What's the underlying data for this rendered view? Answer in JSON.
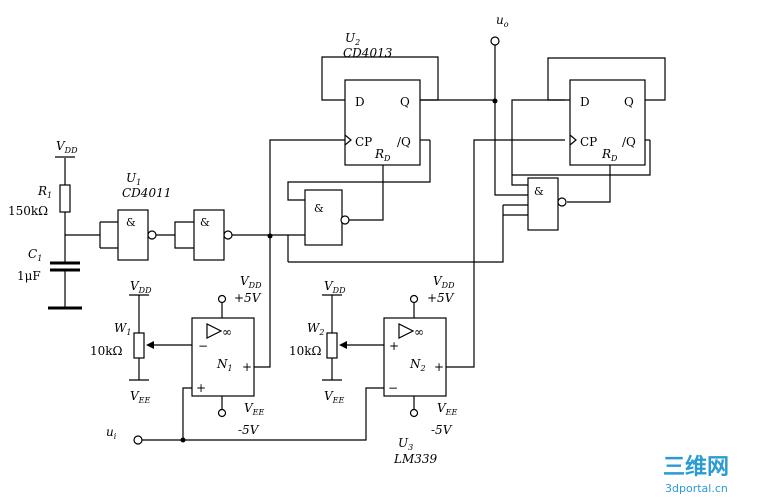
{
  "components": {
    "u2": {
      "ref": "U",
      "ref_sub": "2",
      "part": "CD4013"
    },
    "u1": {
      "ref": "U",
      "ref_sub": "1",
      "part": "CD4011"
    },
    "u3": {
      "ref": "U",
      "ref_sub": "3",
      "part": "LM339"
    },
    "r1": {
      "ref": "R",
      "ref_sub": "1",
      "value": "150kΩ"
    },
    "c1": {
      "ref": "C",
      "ref_sub": "1",
      "value": "1μF"
    },
    "w1": {
      "ref": "W",
      "ref_sub": "1",
      "value": "10kΩ"
    },
    "w2": {
      "ref": "W",
      "ref_sub": "2",
      "value": "10kΩ"
    },
    "n1": {
      "ref": "N",
      "ref_sub": "1"
    },
    "n2": {
      "ref": "N",
      "ref_sub": "2"
    }
  },
  "flipflop": {
    "d": "D",
    "q": "Q",
    "cp": "CP",
    "qbar": "/Q",
    "rd": "R",
    "rd_sub": "D"
  },
  "gate_symbol": "&",
  "supply": {
    "vdd": "V",
    "vdd_sub": "DD",
    "vee": "V",
    "vee_sub": "EE",
    "plus5": "+5V",
    "minus5": "-5V"
  },
  "nodes": {
    "uo": "u",
    "uo_sub": "o",
    "ui": "u",
    "ui_sub": "i"
  },
  "comparator": {
    "plus": "+",
    "minus": "−",
    "infinity": "∞"
  },
  "watermark": {
    "brand": "三维网",
    "site": "3dportal.cn",
    "color": "#2b9bd3"
  }
}
